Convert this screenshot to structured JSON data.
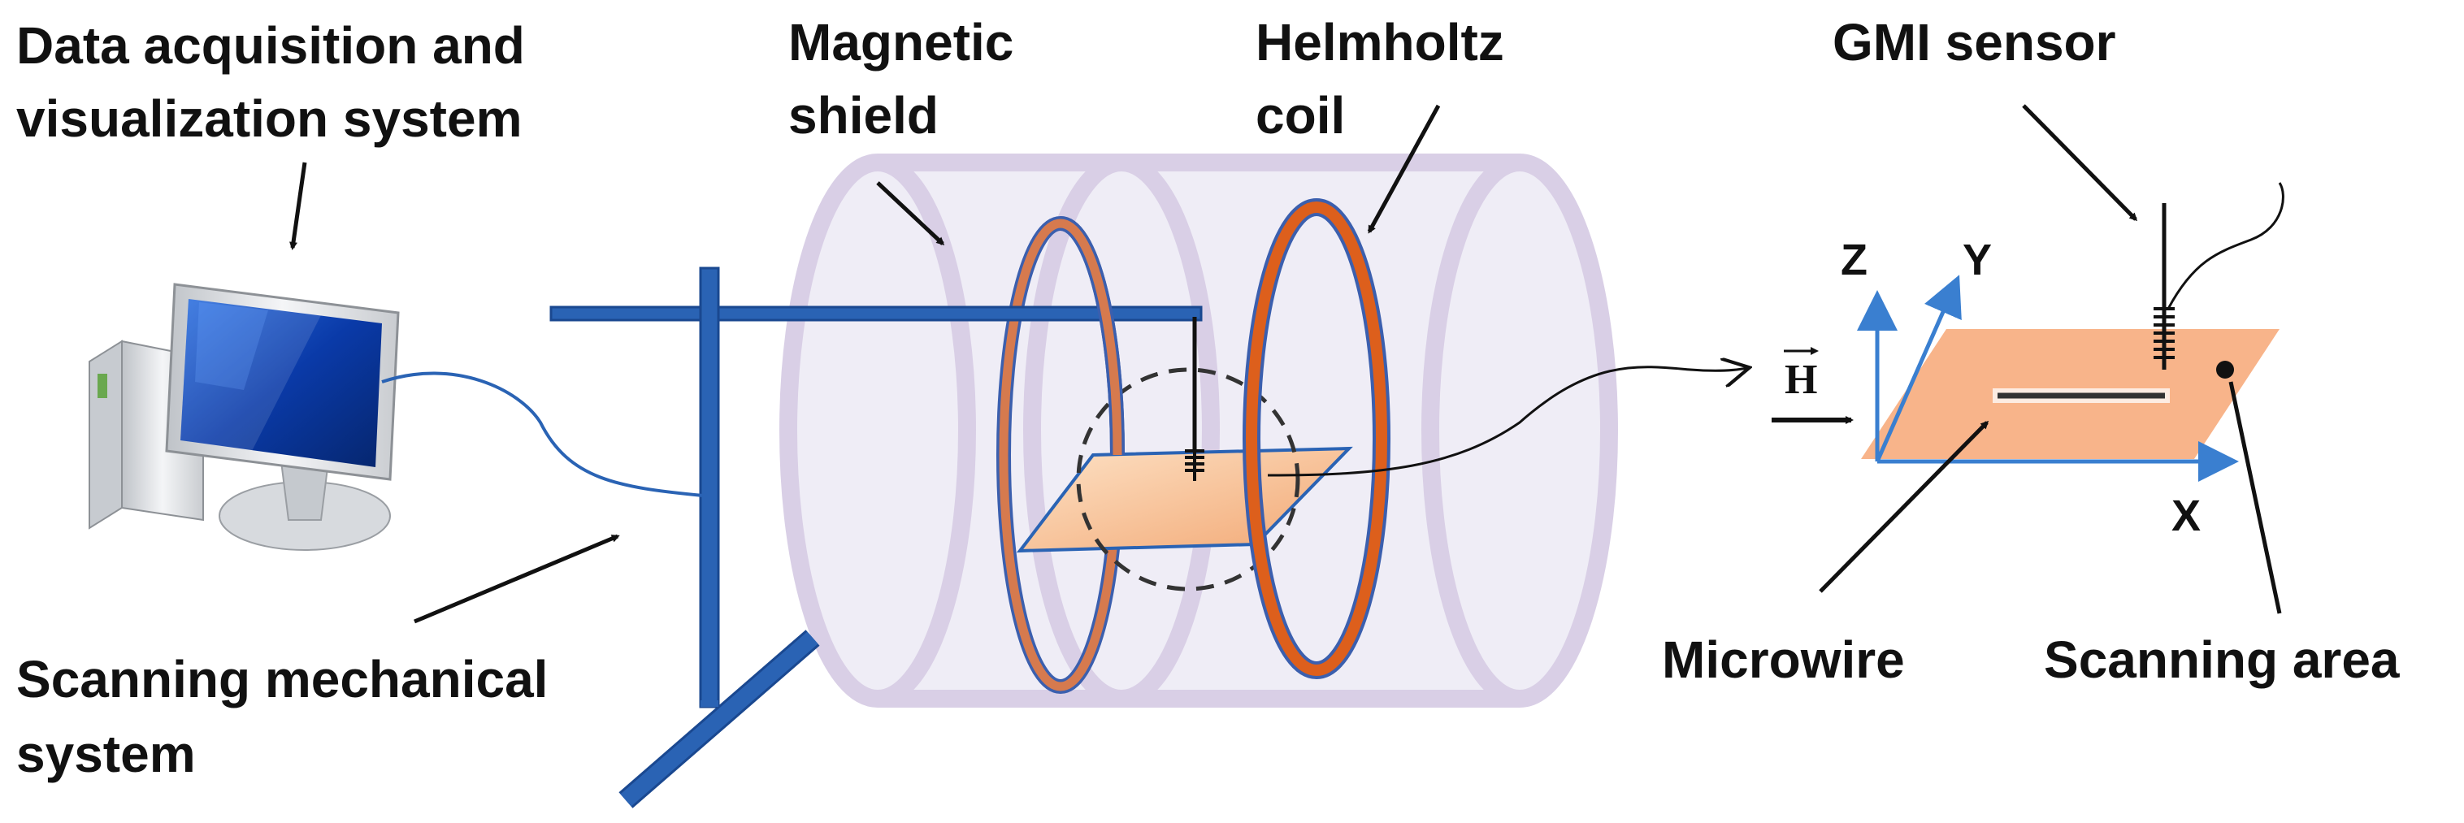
{
  "labels": {
    "daq_line1": "Data acquisition and",
    "daq_line2": "visualization system",
    "shield_line1": "Magnetic",
    "shield_line2": "shield",
    "helmholtz_line1": "Helmholtz",
    "helmholtz_line2": "coil",
    "gmi_sensor": "GMI sensor",
    "scanning_line1": "Scanning mechanical",
    "scanning_line2": "system",
    "microwire": "Microwire",
    "scanning_area": "Scanning area"
  },
  "axes": {
    "z": "Z",
    "y": "Y",
    "x": "X",
    "field": "H"
  },
  "colors": {
    "stand_blue": "#2a63b4",
    "coil_orange": "#d0541e",
    "shield_lavender": "#dcd3e8",
    "sample_peach": "#f7b688",
    "axis_blue": "#3a7fd0",
    "monitor_blue": "#0a3aa8"
  }
}
